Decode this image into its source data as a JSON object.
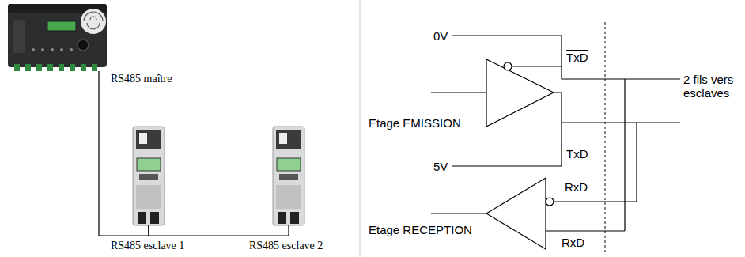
{
  "diagram": {
    "nodes": [
      {
        "text": [
          "RS485 maître"
        ]
      },
      {
        "text": [
          "RS485 esclave 1"
        ]
      },
      {
        "text": [
          "RS485 esclave 2"
        ]
      }
    ],
    "edges": [
      {
        "from": 0,
        "to": 1,
        "arrow": "none"
      },
      {
        "from": 1,
        "to": 2,
        "arrow": "none"
      }
    ],
    "labels": [
      "0V",
      "TxD",
      "Etage EMISSION",
      "TxD",
      "5V",
      "2 fils vers esclaves",
      "RxD",
      "Etage RECEPTION",
      "RxD"
    ]
  }
}
